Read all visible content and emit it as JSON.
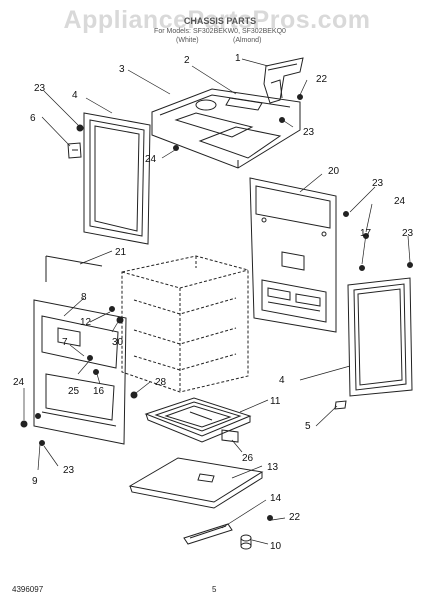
{
  "watermark": "AppliancePartsPros.com",
  "header": {
    "title": "CHASSIS PARTS",
    "subtitle": "For Models: SF302BEKW0, SF302BEKQ0",
    "variant_white": "(White)",
    "variant_bisque": "(Almond)"
  },
  "footer": {
    "doc_number": "4396097",
    "page_number": "5"
  },
  "callouts": [
    "1",
    "2",
    "3",
    "22",
    "23",
    "4",
    "6",
    "23",
    "24",
    "20",
    "23",
    "24",
    "17",
    "23",
    "21",
    "8",
    "12",
    "7",
    "30",
    "25",
    "16",
    "24",
    "28",
    "4",
    "11",
    "5",
    "26",
    "23",
    "9",
    "13",
    "14",
    "22",
    "10"
  ]
}
